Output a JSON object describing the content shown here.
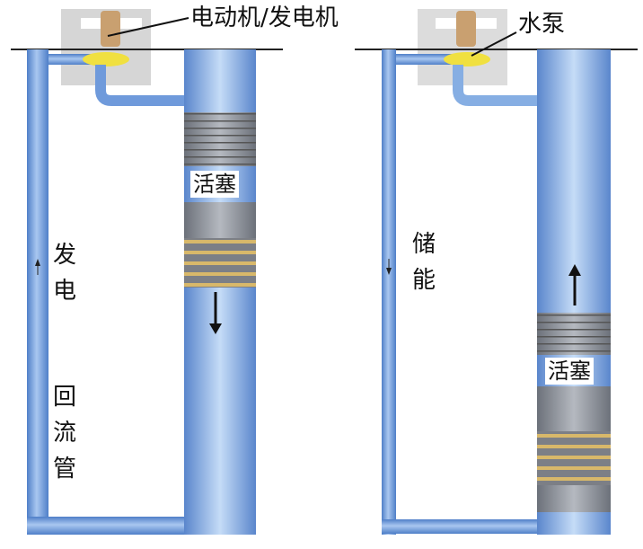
{
  "left_panel": {
    "mode_label": "发电",
    "return_pipe_label": "回流管",
    "piston_label": "活塞",
    "machine_label": "电动机/发电机",
    "piston_direction": "down"
  },
  "right_panel": {
    "mode_label": "储能",
    "piston_label": "活塞",
    "pump_label": "水泵",
    "piston_direction": "up"
  },
  "colors": {
    "pipe": "#7fa8e0",
    "pipe_dark": "#4f7fc8",
    "piston": "#8a8f99",
    "gold": "#c9a65a",
    "pump": "#f0e040"
  }
}
